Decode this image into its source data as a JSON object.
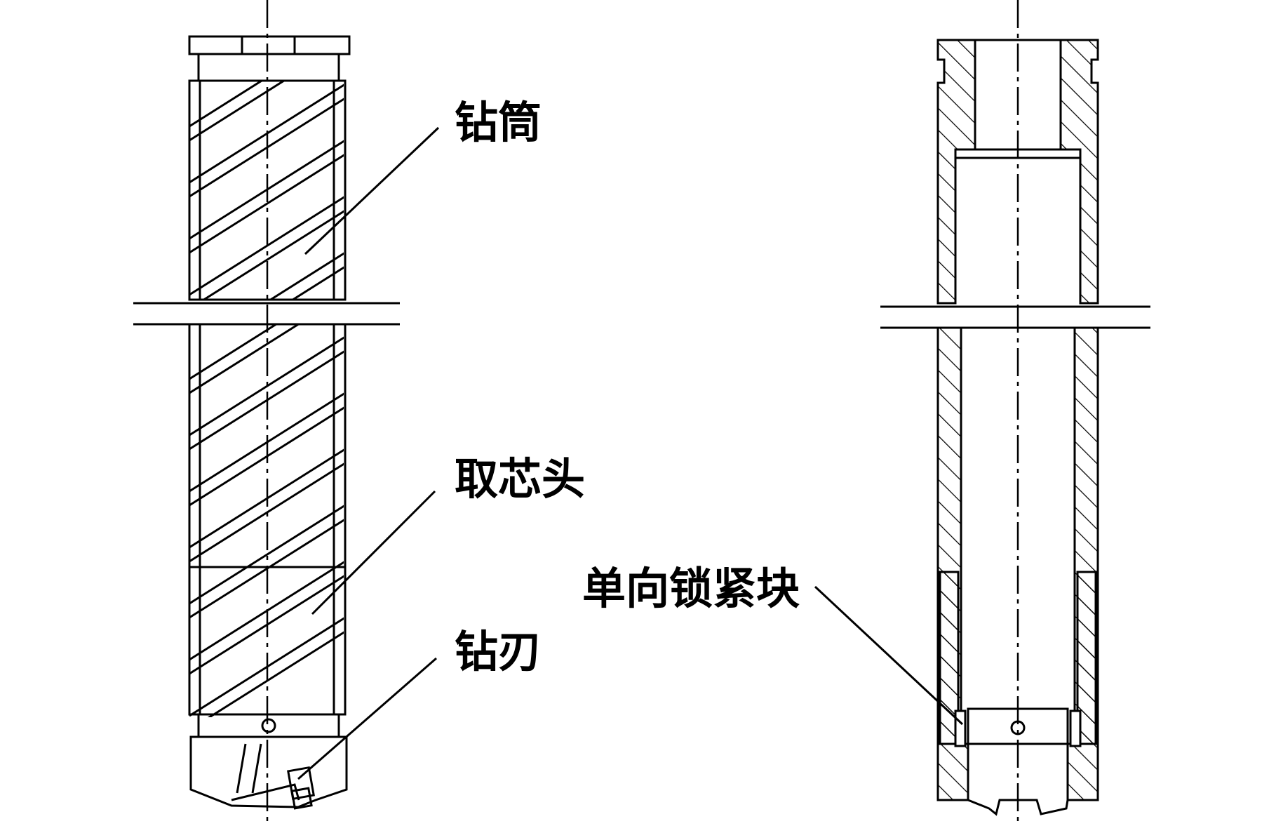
{
  "labels": {
    "drill_barrel": "钻筒",
    "coring_head": "取芯头",
    "drill_bit": "钻刃",
    "one_way_lock_block": "单向锁紧块"
  }
}
